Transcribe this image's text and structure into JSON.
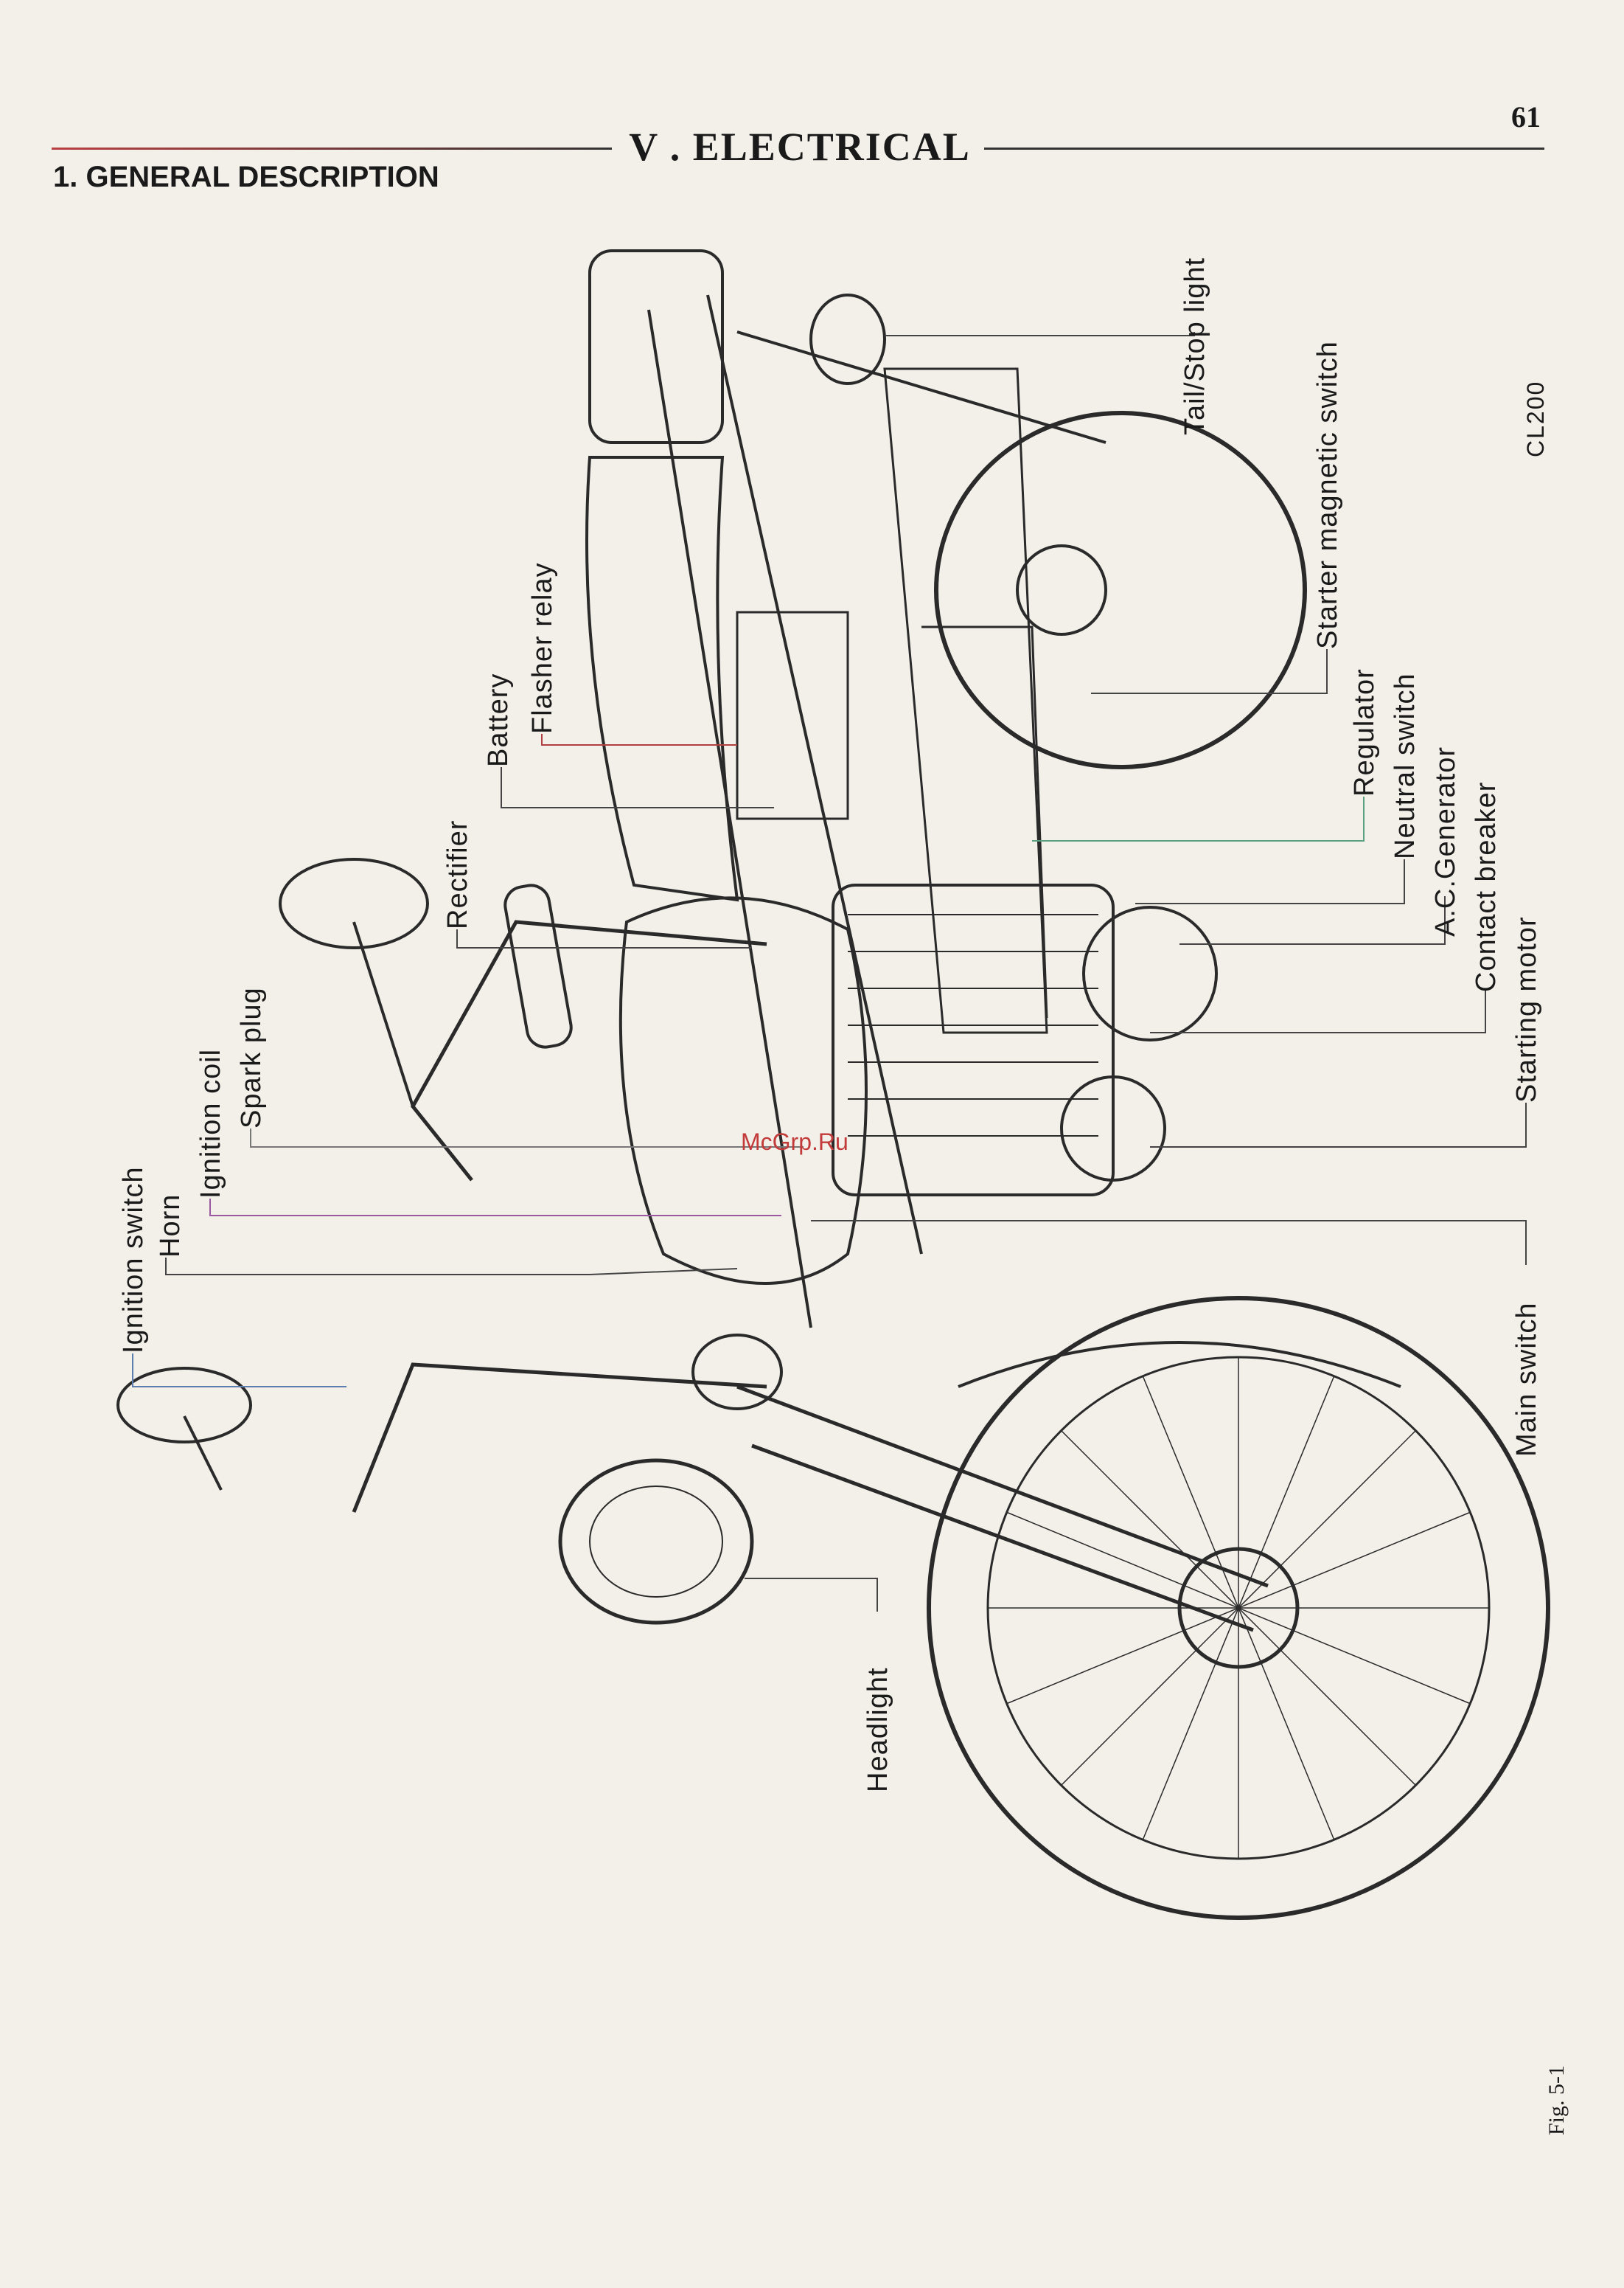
{
  "page_number": "61",
  "chapter_title": "V . ELECTRICAL",
  "section_title": "1. GENERAL DESCRIPTION",
  "model_code": "CL200",
  "figure_caption": "Fig. 5-1",
  "watermark": "McGrp.Ru",
  "labels": {
    "ignition_switch": "Ignition switch",
    "horn": "Horn",
    "ignition_coil": "Ignition coil",
    "spark_plug": "Spark plug",
    "rectifier": "Rectifier",
    "battery": "Battery",
    "flasher_relay": "Flasher relay",
    "tail_stop_light": "Tail/Stop light",
    "starter_magnetic_switch": "Starter magnetic switch",
    "regulator": "Regulator",
    "neutral_switch": "Neutral switch",
    "ac_generator": "A.C.Generator",
    "contact_breaker": "Contact breaker",
    "starting_motor": "Starting motor",
    "main_switch": "Main switch",
    "headlight": "Headlight"
  }
}
